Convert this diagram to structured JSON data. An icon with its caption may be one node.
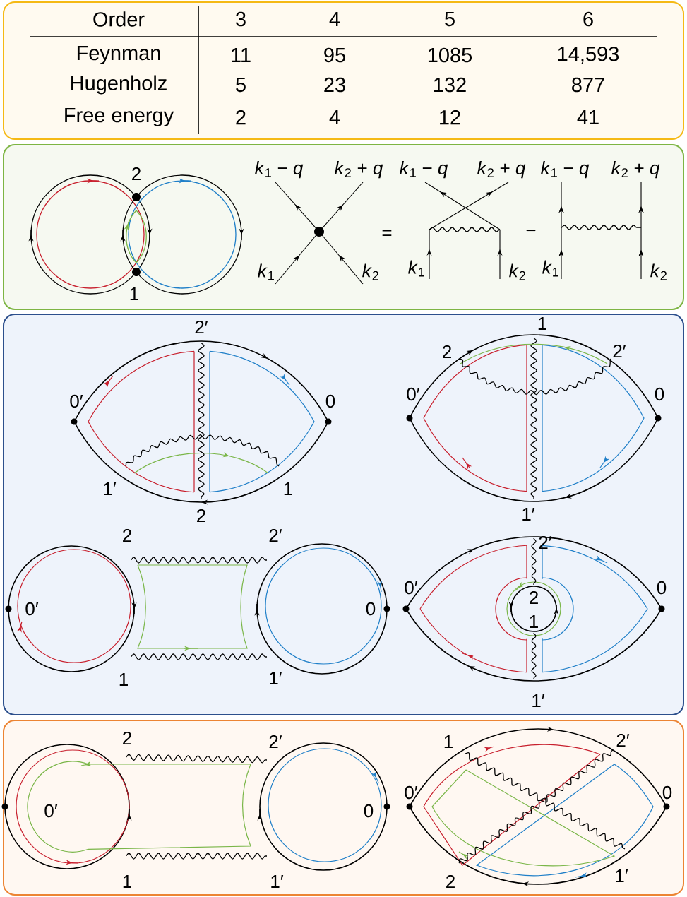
{
  "diagram": {
    "nodes": [
      {
        "text": [
          "Order",
          "3",
          "4",
          "5",
          "6",
          "Feynman",
          "11",
          "95",
          "1085",
          "14,593",
          "Hugenholz",
          "5",
          "23",
          "132",
          "877",
          "Free energy",
          "2",
          "4",
          "12",
          "41"
        ]
      },
      {
        "text": [
          "2",
          "*k*$_{1}$ − *q*",
          "*k*$_{2}$ + *q*",
          "*k*$_{1}$ − *q*",
          "*k*$_{2}$ + *q*",
          "*k*$_{1}$ − *q*",
          "*k*$_{2}$ + *q*",
          "=",
          "−",
          "*k*$_{1}$",
          "*k*$_{2}$",
          "*k*$_{1}$",
          "*k*$_{2}$",
          "*k*$_{1}$",
          "*k*$_{2}$",
          "1"
        ]
      },
      {
        "text": [
          "2′",
          "1",
          "2",
          "2′",
          "0′",
          "0",
          "0′",
          "0",
          "1′",
          "1",
          "2",
          "1′",
          "2",
          "2′",
          "2′",
          "0′",
          "0",
          "2",
          "0′",
          "0",
          "1",
          "1′",
          "1",
          "1′"
        ]
      },
      {
        "text": [
          "2",
          "2′",
          "1",
          "2′",
          "0′",
          "0",
          "0′",
          "0",
          "2",
          "1′",
          "1",
          "1′"
        ]
      }
    ]
  }
}
